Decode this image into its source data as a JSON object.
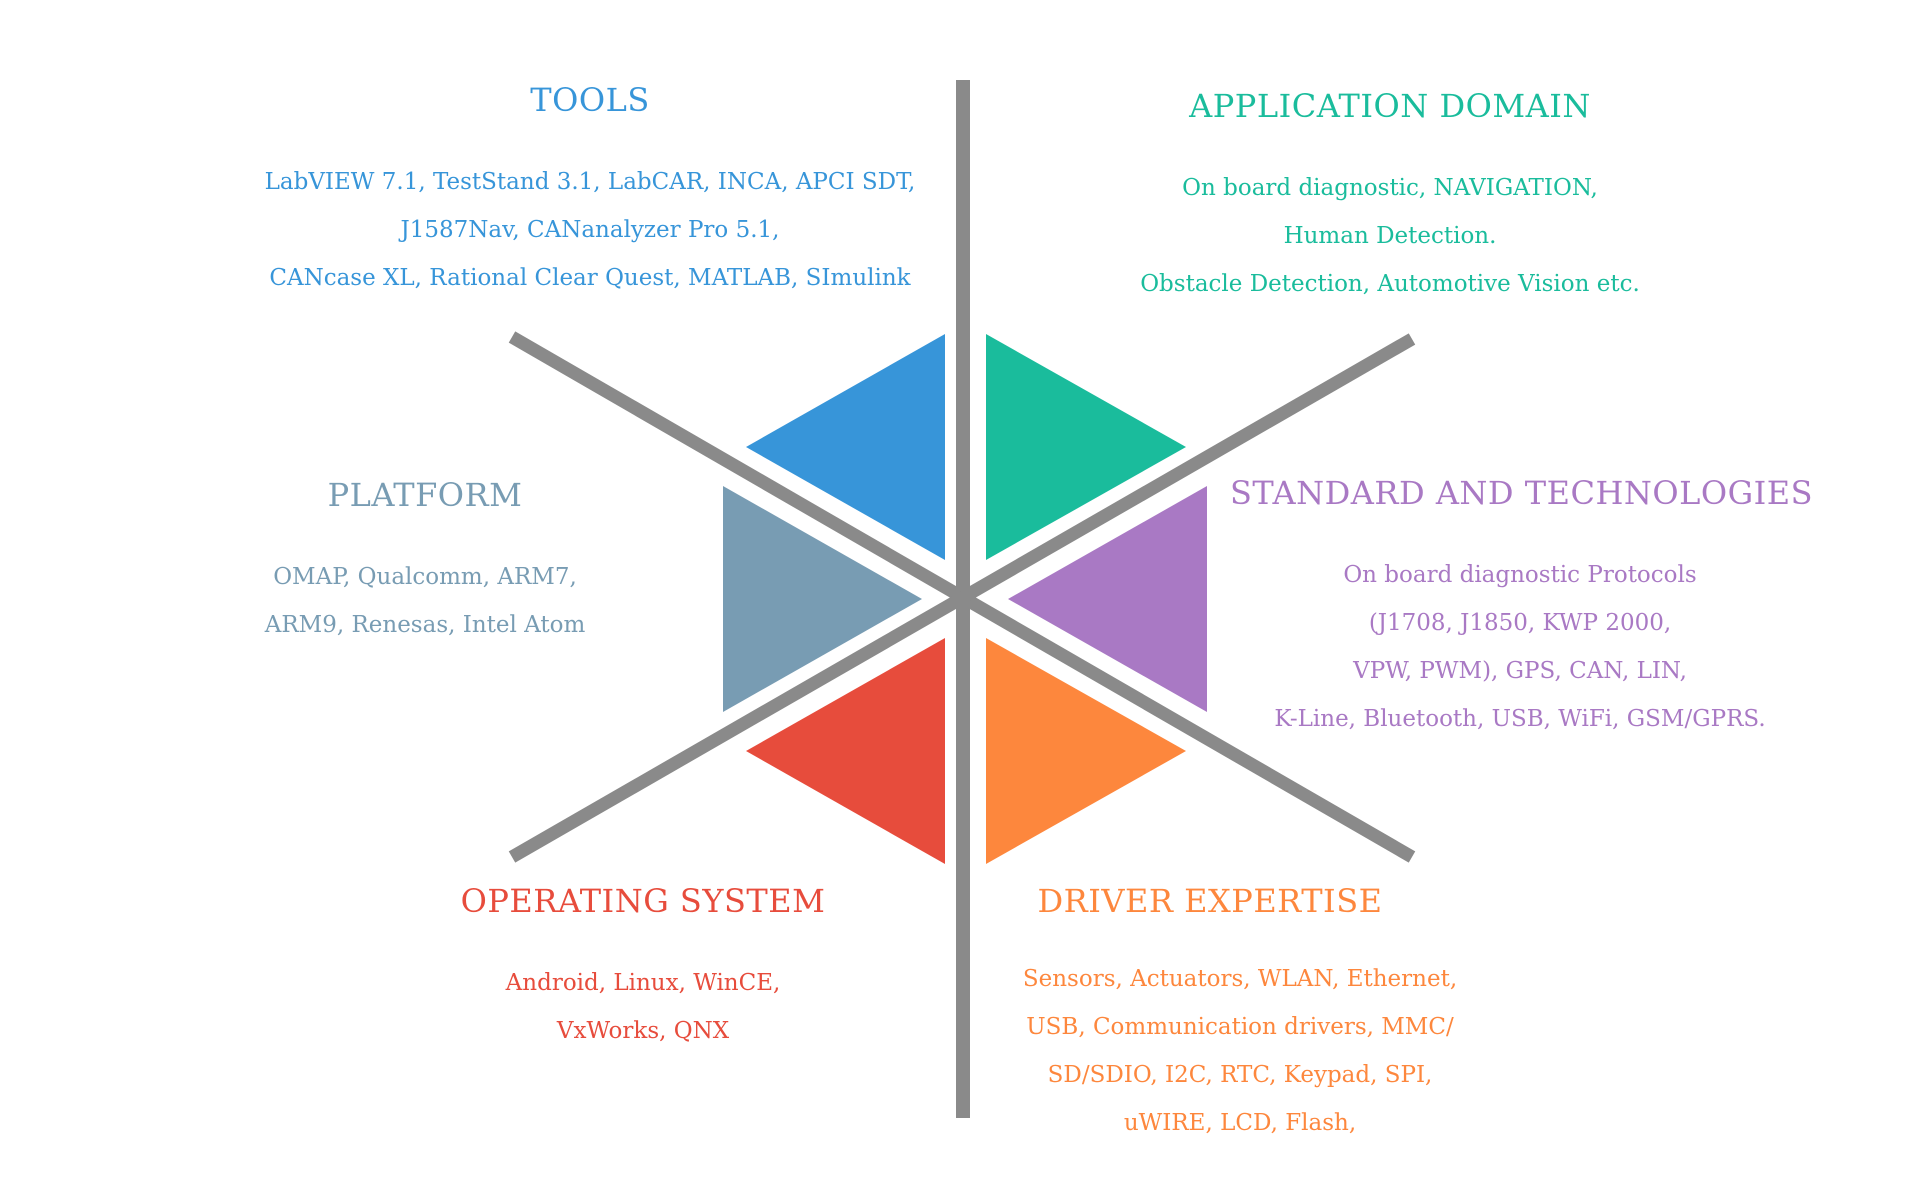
{
  "colors": {
    "tools": "#3795d9",
    "application": "#1abc9c",
    "standard": "#a979c4",
    "driver": "#fd873d",
    "operating": "#e74c3c",
    "platform": "#789cb3",
    "axis": "#8a8a8a"
  },
  "sections": {
    "tools": {
      "heading": "TOOLS",
      "lines": [
        "LabVIEW 7.1, TestStand 3.1, LabCAR, INCA, APCI SDT,",
        "J1587Nav, CANanalyzer Pro 5.1,",
        "CANcase XL, Rational Clear Quest, MATLAB, SImulink"
      ]
    },
    "application": {
      "heading": "APPLICATION DOMAIN",
      "lines": [
        "On board diagnostic, NAVIGATION,",
        "Human Detection.",
        "Obstacle Detection, Automotive Vision etc."
      ]
    },
    "platform": {
      "heading": "PLATFORM",
      "lines": [
        "OMAP, Qualcomm, ARM7,",
        "ARM9, Renesas, Intel Atom"
      ]
    },
    "standard": {
      "heading": "STANDARD AND TECHNOLOGIES",
      "lines": [
        "On board diagnostic Protocols",
        "(J1708, J1850, KWP 2000,",
        "VPW, PWM), GPS, CAN, LIN,",
        "K-Line, Bluetooth, USB, WiFi, GSM/GPRS."
      ]
    },
    "operating": {
      "heading": "OPERATING SYSTEM",
      "lines": [
        "Android, Linux, WinCE,",
        "VxWorks, QNX"
      ]
    },
    "driver": {
      "heading": "DRIVER EXPERTISE",
      "lines": [
        "Sensors, Actuators, WLAN, Ethernet,",
        "USB, Communication drivers, MMC/",
        "SD/SDIO, I2C, RTC, Keypad, SPI,",
        "uWIRE, LCD, Flash,"
      ]
    }
  }
}
